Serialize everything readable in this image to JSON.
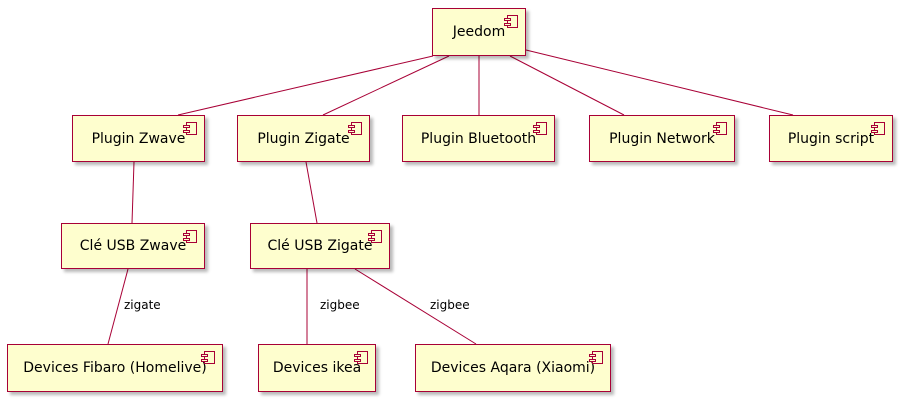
{
  "diagram": {
    "nodes": {
      "jeedom": "Jeedom",
      "plugin_zwave": "Plugin Zwave",
      "plugin_zigate": "Plugin Zigate",
      "plugin_bluetooth": "Plugin Bluetooth",
      "plugin_network": "Plugin Network",
      "plugin_script": "Plugin script",
      "cle_usb_zwave": "Clé USB Zwave",
      "cle_usb_zigate": "Clé USB Zigate",
      "devices_fibaro": "Devices Fibaro (Homelive)",
      "devices_ikea": "Devices ikea",
      "devices_aqara": "Devices Aqara (Xiaomi)"
    },
    "edge_labels": {
      "zwave_to_fibaro": "zigate",
      "zigate_to_ikea": "zigbee",
      "zigate_to_aqara": "zigbee"
    },
    "edges": [
      [
        "jeedom",
        "plugin_zwave"
      ],
      [
        "jeedom",
        "plugin_zigate"
      ],
      [
        "jeedom",
        "plugin_bluetooth"
      ],
      [
        "jeedom",
        "plugin_network"
      ],
      [
        "jeedom",
        "plugin_script"
      ],
      [
        "plugin_zwave",
        "cle_usb_zwave"
      ],
      [
        "plugin_zigate",
        "cle_usb_zigate"
      ],
      [
        "cle_usb_zwave",
        "devices_fibaro"
      ],
      [
        "cle_usb_zigate",
        "devices_ikea"
      ],
      [
        "cle_usb_zigate",
        "devices_aqara"
      ]
    ],
    "colors": {
      "node_fill": "#fefece",
      "node_border": "#a80036",
      "edge": "#a80036"
    },
    "icon": "component-icon"
  }
}
